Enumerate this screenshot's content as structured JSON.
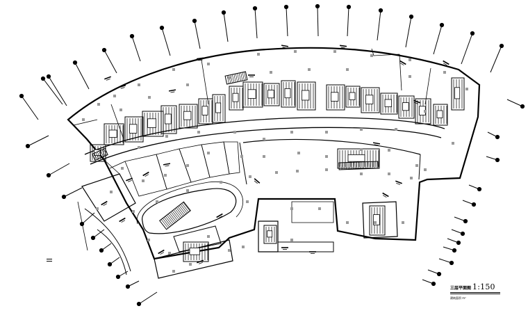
{
  "drawing": {
    "title": "三层平面图",
    "scale": "1:150",
    "area_note": "建筑面积 m²"
  },
  "colors": {
    "line": "#000000",
    "column": "#9a9a9a",
    "background": "#ffffff"
  },
  "grid_axis_count": 40,
  "escalator_count": 4
}
